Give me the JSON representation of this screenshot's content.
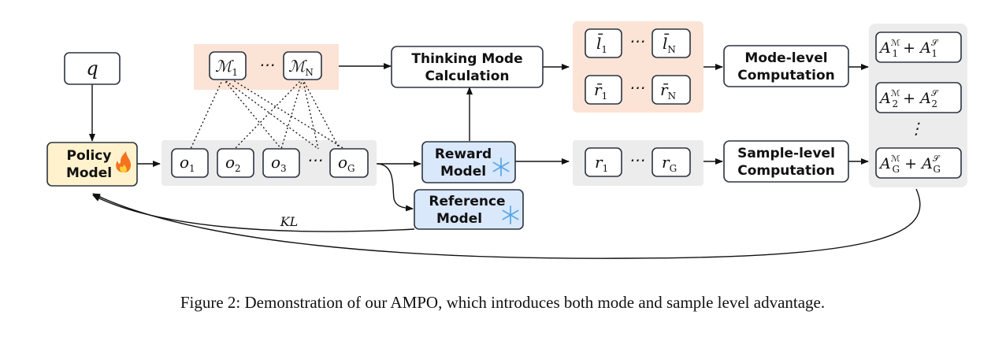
{
  "nodes": {
    "q": "q",
    "policy_model": [
      "Policy",
      "Model"
    ],
    "policy_icon": "fire-icon",
    "thinking_mode": [
      "Thinking Mode",
      "Calculation"
    ],
    "mode_level": [
      "Mode-level",
      "Computation"
    ],
    "sample_level": [
      "Sample-level",
      "Computation"
    ],
    "reward_model": [
      "Reward",
      "Model"
    ],
    "reference_model": [
      "Reference",
      "Model"
    ],
    "frozen_icon": "snowflake-icon"
  },
  "math": {
    "modes": [
      {
        "base": "ℳ",
        "sub": "1"
      },
      {
        "base": "ℳ",
        "sub": "N"
      }
    ],
    "outputs": [
      {
        "base": "o",
        "sub": "1"
      },
      {
        "base": "o",
        "sub": "2"
      },
      {
        "base": "o",
        "sub": "3"
      },
      {
        "base": "o",
        "sub": "G"
      }
    ],
    "lengths": [
      {
        "base": "l̄",
        "sub": "1"
      },
      {
        "base": "l̄",
        "sub": "N"
      }
    ],
    "mode_rewards": [
      {
        "base": "r̄",
        "sub": "1"
      },
      {
        "base": "r̄",
        "sub": "N"
      }
    ],
    "rewards": [
      {
        "base": "r",
        "sub": "1"
      },
      {
        "base": "r",
        "sub": "G"
      }
    ],
    "advantages": [
      {
        "sub": "1",
        "sup_m": "ℳ",
        "sup_s": "𝒮"
      },
      {
        "sub": "2",
        "sup_m": "ℳ",
        "sup_s": "𝒮"
      },
      {
        "sub": "G",
        "sup_m": "ℳ",
        "sup_s": "𝒮"
      }
    ],
    "ellipsis": "⋯",
    "vdots": "⋮",
    "kl": "KL"
  },
  "colors": {
    "mode_bg": "#fbe3d6",
    "group_bg": "#ececec",
    "policy_fill": "#fff2cc",
    "model_fill": "#dae8fc",
    "stroke": "#2b3440"
  },
  "caption": "Figure 2: Demonstration of our AMPO, which introduces both mode and sample level advantage."
}
